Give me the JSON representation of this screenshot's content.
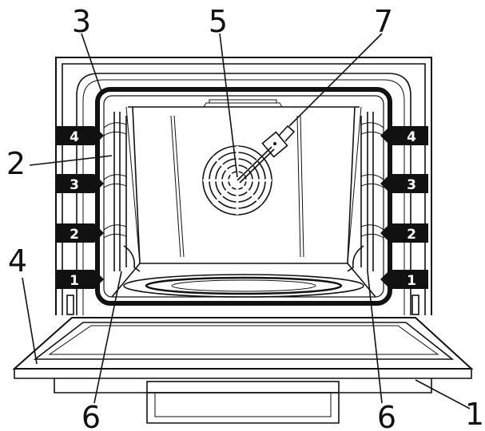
{
  "callouts": {
    "frame": "3",
    "fan": "5",
    "probe": "7",
    "shelf_guide": "2",
    "door": "4",
    "side_rail_left": "6",
    "side_rail_right": "6",
    "cabinet": "1"
  },
  "shelf_levels": {
    "left": [
      "4",
      "3",
      "2",
      "1"
    ],
    "right": [
      "4",
      "3",
      "2",
      "1"
    ]
  },
  "colors": {
    "line": "#111111",
    "badge": "#111111",
    "badge_text": "#ffffff",
    "background": "#ffffff"
  }
}
